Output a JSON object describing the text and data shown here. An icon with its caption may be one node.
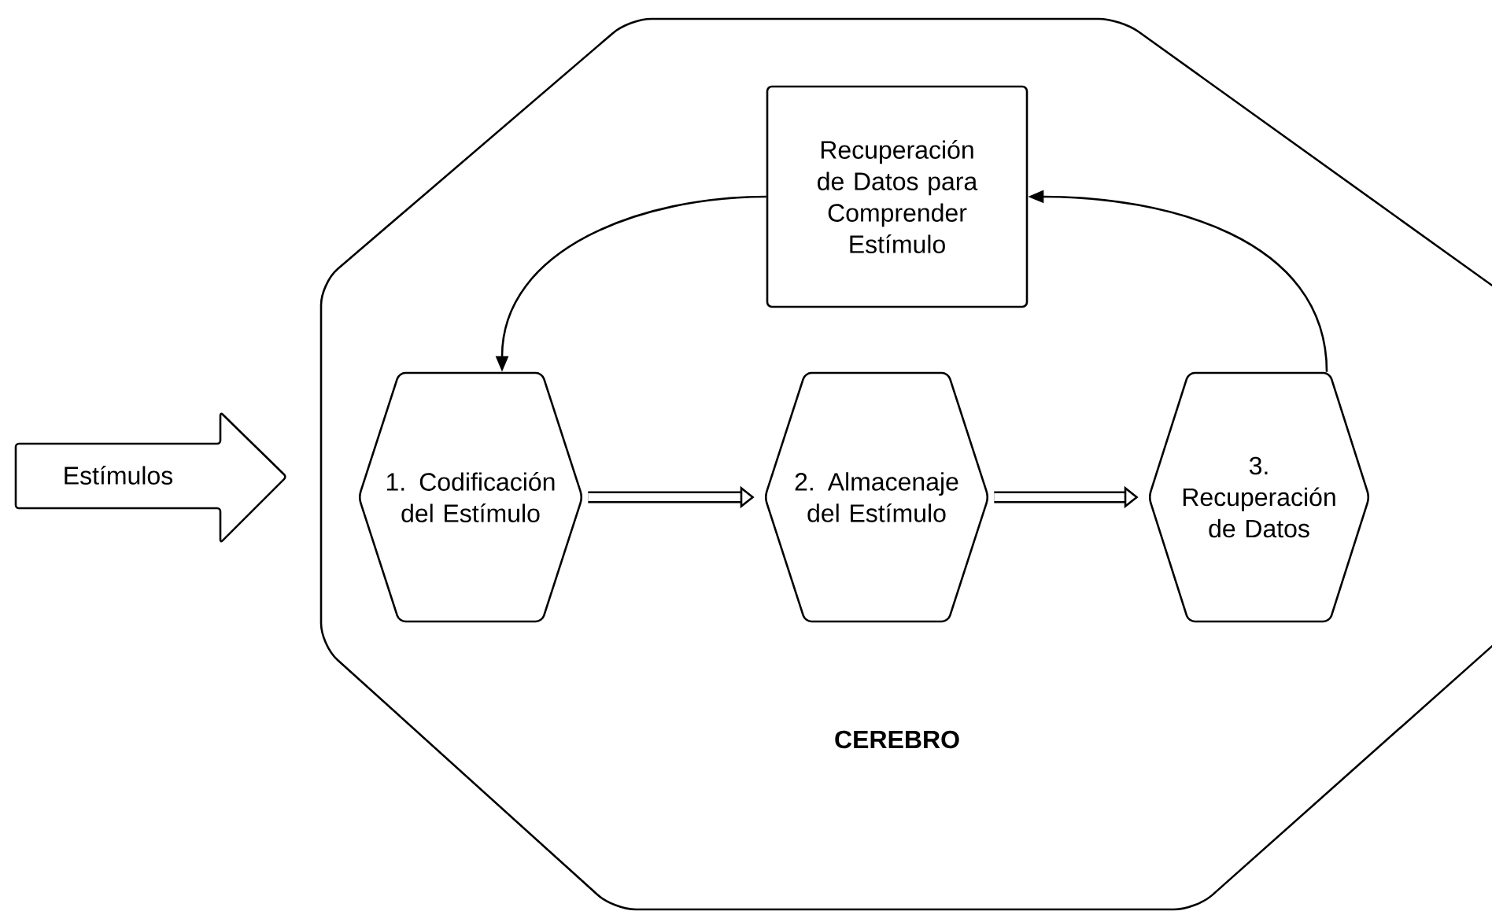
{
  "diagram": {
    "nodes": [
      {
        "text": [
          "Estímulos"
        ]
      },
      {
        "text": [
          "CEREBRO"
        ]
      },
      {
        "text": [
          "Recuperación de Datos para Comprender Estímulo"
        ],
        "in": 1
      },
      {
        "text": [
          "1. Codificación del Estímulo"
        ],
        "in": 1
      },
      {
        "text": [
          "2. Almacenaje del Estímulo"
        ],
        "in": 1
      },
      {
        "text": [
          "3. Recuperación de Datos"
        ],
        "in": 1
      }
    ],
    "edges": [
      {
        "from": 2,
        "to": 3,
        "arrow": "to"
      },
      {
        "from": 5,
        "to": 2,
        "arrow": "to"
      },
      {
        "from": 3,
        "to": 4,
        "arrow": "to",
        "style": "thick"
      },
      {
        "from": 4,
        "to": 5,
        "arrow": "to",
        "style": "thick"
      }
    ]
  }
}
